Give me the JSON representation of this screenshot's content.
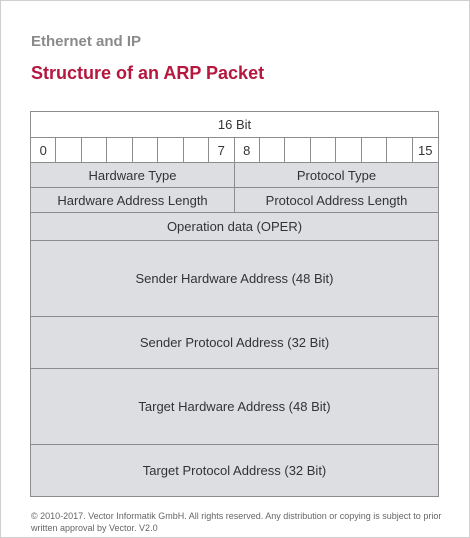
{
  "header": {
    "subtitle": "Ethernet and IP",
    "title": "Structure of an ARP Packet"
  },
  "packet": {
    "width_label": "16 Bit",
    "bit_labels": [
      "0",
      "7",
      "8",
      "15"
    ],
    "fields": {
      "hardware_type": "Hardware Type",
      "protocol_type": "Protocol Type",
      "hardware_address_length": "Hardware Address Length",
      "protocol_address_length": "Protocol Address Length",
      "operation": "Operation data (OPER)",
      "sender_hardware_address": "Sender Hardware Address (48 Bit)",
      "sender_protocol_address": "Sender Protocol Address (32 Bit)",
      "target_hardware_address": "Target Hardware Address (48 Bit)",
      "target_protocol_address": "Target Protocol Address (32 Bit)"
    },
    "field_fill": "#dcdee2",
    "border_color": "#8c8c8c"
  },
  "footer": {
    "copyright": "© 2010-2017. Vector Informatik GmbH. All rights reserved. Any distribution or copying is subject to prior written approval by Vector. V2.0"
  },
  "colors": {
    "title": "#b5173f",
    "subtitle": "#8a8a8a"
  }
}
